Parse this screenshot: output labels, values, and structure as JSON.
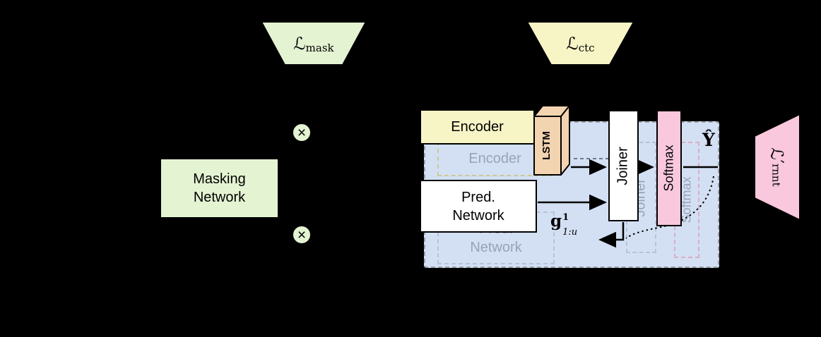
{
  "colors": {
    "background": "#000000",
    "green": "#e4f3d2",
    "yellow": "#f7f4c6",
    "peach": "#f3d4b0",
    "blue_panel": "#d3e0f4",
    "pink": "#f9c8dc",
    "white": "#ffffff",
    "ghost_text": "#98a3b6"
  },
  "losses": {
    "mask": {
      "symbol": "ℒ",
      "subscript": "mask"
    },
    "ctc": {
      "symbol": "ℒ",
      "subscript": "ctc"
    },
    "rnnt": {
      "symbol": "ℒ′",
      "subscript": "rnnt"
    }
  },
  "boxes": {
    "masking_network": {
      "line1": "Masking",
      "line2": "Network"
    },
    "encoder": "Encoder",
    "lstm": "LSTM",
    "pred_network": {
      "line1": "Pred.",
      "line2": "Network"
    },
    "joiner": "Joiner",
    "softmax": "Softmax"
  },
  "ghost": {
    "encoder": "Encoder",
    "pred_line1": "Pred.",
    "pred_line2": "Network",
    "joiner": "Joiner",
    "softmax": "Softmax"
  },
  "labels": {
    "y_hat": "Ŷ",
    "g_base": "g",
    "g_sup": "1",
    "g_sub": "1:u",
    "otimes": "×"
  }
}
